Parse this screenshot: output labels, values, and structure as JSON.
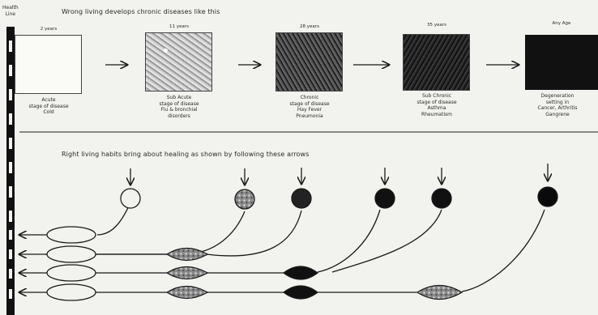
{
  "health_line_label": [
    "Health",
    "Line"
  ],
  "top_title": "Wrong living develops chronic diseases like this",
  "bottom_title": "Right living habits bring about healing as shown by following these arrows",
  "stages": [
    {
      "age": "2 years",
      "caption": [
        "Acute",
        "stage of disease",
        "Cold"
      ]
    },
    {
      "age": "11 years",
      "caption": [
        "Sub Acute",
        "stage of disease",
        "Flu & bronchial",
        "disorders"
      ]
    },
    {
      "age": "28 years",
      "caption": [
        "Chronic",
        "stage of disease",
        "Hay Fever",
        "Pneumonia"
      ]
    },
    {
      "age": "35 years",
      "caption": [
        "Sub Chronic",
        "stage of disease",
        "Asthma",
        "Rheumatism"
      ]
    },
    {
      "age": "Any Age",
      "caption": [
        "Degeneration",
        "setting in",
        "Cancer, Arthritis",
        "Gangrene"
      ]
    }
  ],
  "colors": {
    "background": "#f2f2ee",
    "ink": "#1a1a1a"
  }
}
